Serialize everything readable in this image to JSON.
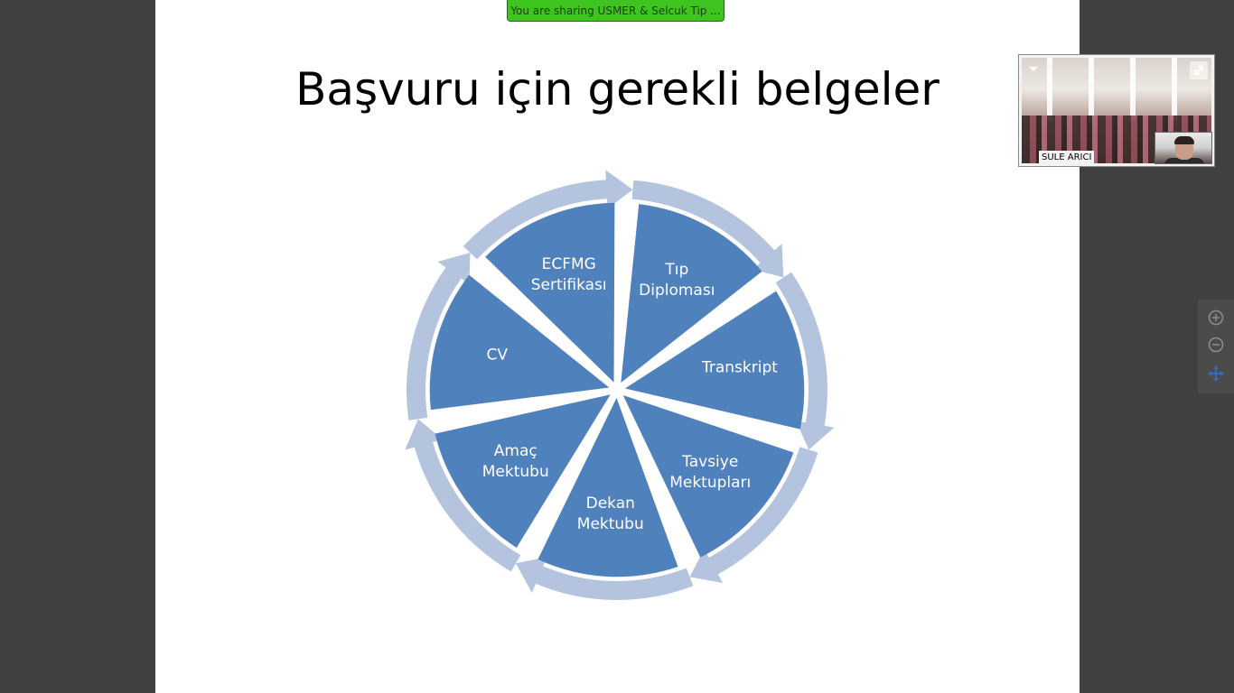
{
  "slide": {
    "title": "Başvuru için gerekli belgeler",
    "segments": [
      {
        "id": "tip-diplomasi",
        "label": "Tıp\nDiploması"
      },
      {
        "id": "transkript",
        "label": "Transkript"
      },
      {
        "id": "tavsiye-mektuplari",
        "label": "Tavsiye\nMektupları"
      },
      {
        "id": "dekan-mektubu",
        "label": "Dekan\nMektubu"
      },
      {
        "id": "amac-mektubu",
        "label": "Amaç\nMektubu"
      },
      {
        "id": "cv",
        "label": "CV"
      },
      {
        "id": "ecfmg-sertifikasi",
        "label": "ECFMG\nSertifikası"
      }
    ]
  },
  "share_banner": {
    "text": "You are sharing USMER & Selcuk Tip ..."
  },
  "video_panel": {
    "participant_name": "SULE ARICI"
  },
  "colors": {
    "segment_fill": "#4f81bd",
    "ring_fill": "#b4c3de",
    "share_banner": "#3dc41f",
    "background": "#404040"
  }
}
